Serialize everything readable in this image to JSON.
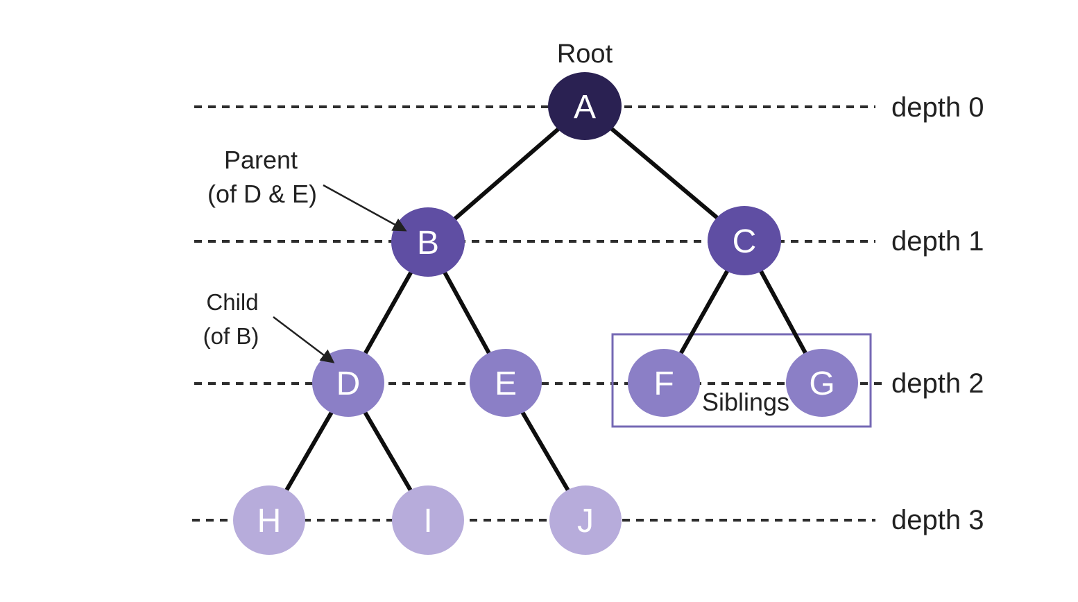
{
  "annotations": {
    "root": "Root",
    "parent_line1": "Parent",
    "parent_line2": "(of D & E)",
    "child_line1": "Child",
    "child_line2": "(of B)",
    "siblings": "Siblings"
  },
  "depth_labels": [
    {
      "label": "depth 0"
    },
    {
      "label": "depth 1"
    },
    {
      "label": "depth 2"
    },
    {
      "label": "depth 3"
    }
  ],
  "tree": {
    "nodes": [
      {
        "id": "A",
        "label": "A",
        "depth": 0,
        "fill": "#2a2152"
      },
      {
        "id": "B",
        "label": "B",
        "depth": 1,
        "fill": "#5f4ea3"
      },
      {
        "id": "C",
        "label": "C",
        "depth": 1,
        "fill": "#5f4ea3"
      },
      {
        "id": "D",
        "label": "D",
        "depth": 2,
        "fill": "#8b7fc6"
      },
      {
        "id": "E",
        "label": "E",
        "depth": 2,
        "fill": "#8b7fc6"
      },
      {
        "id": "F",
        "label": "F",
        "depth": 2,
        "fill": "#8b7fc6"
      },
      {
        "id": "G",
        "label": "G",
        "depth": 2,
        "fill": "#8b7fc6"
      },
      {
        "id": "H",
        "label": "H",
        "depth": 3,
        "fill": "#b7acdb"
      },
      {
        "id": "I",
        "label": "I",
        "depth": 3,
        "fill": "#b7acdb"
      },
      {
        "id": "J",
        "label": "J",
        "depth": 3,
        "fill": "#b7acdb"
      }
    ],
    "edges": [
      [
        "A",
        "B"
      ],
      [
        "A",
        "C"
      ],
      [
        "B",
        "D"
      ],
      [
        "B",
        "E"
      ],
      [
        "C",
        "F"
      ],
      [
        "C",
        "G"
      ],
      [
        "D",
        "H"
      ],
      [
        "D",
        "I"
      ],
      [
        "E",
        "J"
      ]
    ]
  },
  "colors": {
    "node_depth0": "#2a2152",
    "node_depth1": "#5f4ea3",
    "node_depth2": "#8b7fc6",
    "node_depth3": "#b7acdb",
    "node_text": "#ffffff",
    "edge": "#0e0e0e",
    "dashed_guide": "#2d2d2d",
    "siblings_box_border": "#7568b4",
    "label_text": "#212121",
    "background": "#ffffff"
  }
}
